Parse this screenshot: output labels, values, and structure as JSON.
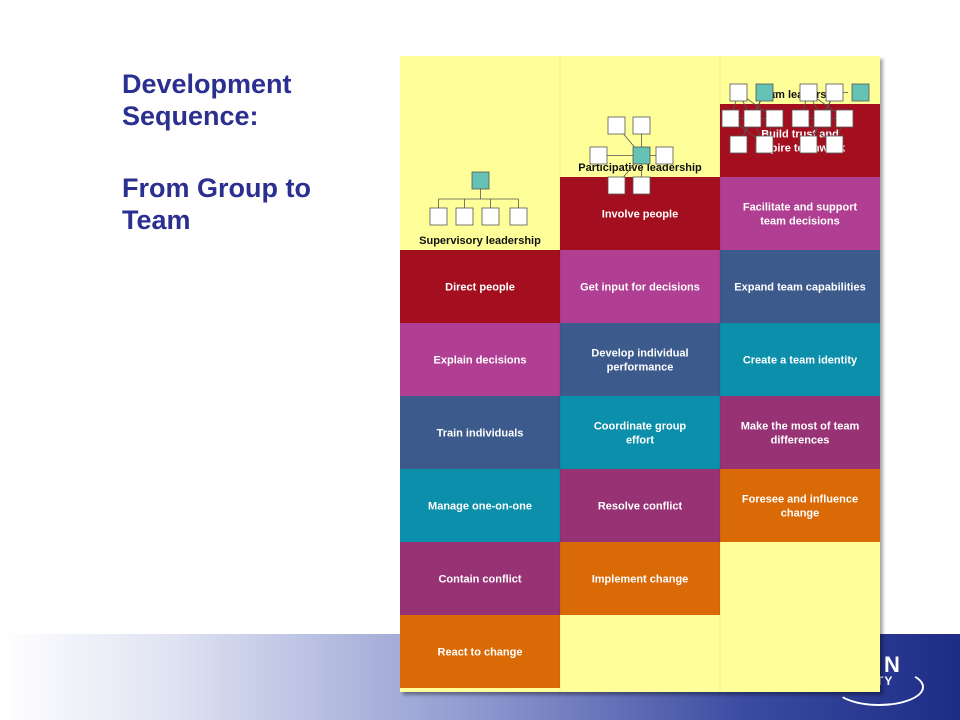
{
  "slide": {
    "title_line1": "Development",
    "title_line2": "Sequence:",
    "title_line3": "From Group to",
    "title_line4": "Team"
  },
  "footer": {
    "logo_line1": "N",
    "logo_line2": "TY"
  },
  "diagram": {
    "colors": {
      "background": "#ffff99",
      "direct": "#a40f1f",
      "explain": "#b03e92",
      "train": "#3c5a8c",
      "manage": "#0c8fab",
      "contain": "#973375",
      "react": "#d96a06",
      "org_node_fill": "#ffffff",
      "org_highlight_fill": "#66c2b4"
    },
    "columns": [
      {
        "header": "Supervisory leadership",
        "cells": [
          "Direct people",
          "Explain decisions",
          "Train individuals",
          "Manage one-on-one",
          "Contain conflict",
          "React to change"
        ]
      },
      {
        "header": "Participative leadership",
        "cells": [
          "Involve people",
          "Get input for decisions",
          "Develop individual\nperformance",
          "Coordinate group\neffort",
          "Resolve conflict",
          "Implement change"
        ]
      },
      {
        "header": "Team leadership",
        "cells": [
          "Build trust and\ninspire teamwork",
          "Facilitate and support\nteam decisions",
          "Expand team capabilities",
          "Create a team identity",
          "Make the most of team\ndifferences",
          "Foresee and influence\nchange"
        ]
      }
    ]
  }
}
